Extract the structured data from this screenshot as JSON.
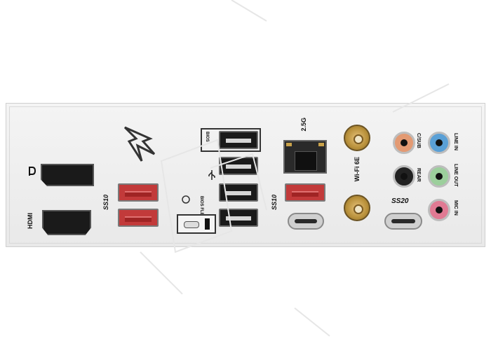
{
  "labels": {
    "hdmi": "HDMI",
    "ss10_left": "SS10",
    "bios_box": "BIOS",
    "bios_flbk": "BIOS FLBK",
    "ss10_mid": "SS10",
    "lan": "2.5G",
    "wifi": "Wi-Fi 6E",
    "ss20": "SS20",
    "csub": "C/SUB",
    "rear": "REAR",
    "line_in": "LINE IN",
    "line_out": "LINE OUT",
    "mic_in": "MIC IN"
  },
  "colors": {
    "plate": "#eeeeee",
    "usb_red": "#c23a3a",
    "jack_orange": "#e39a73",
    "jack_blue": "#5aa0d6",
    "jack_black": "#222222",
    "jack_green": "#9ccf9c",
    "jack_pink": "#e07a93",
    "antenna_gold": "#c9a24a"
  }
}
